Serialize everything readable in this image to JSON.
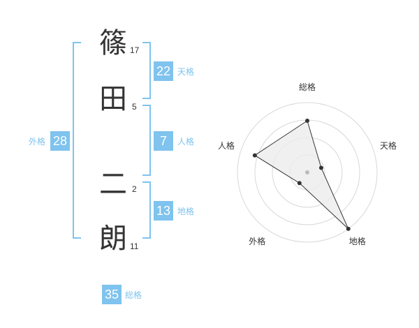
{
  "name": {
    "characters": [
      {
        "char": "篠",
        "strokes": "17"
      },
      {
        "char": "田",
        "strokes": "5"
      },
      {
        "char": "二",
        "strokes": "2"
      },
      {
        "char": "朗",
        "strokes": "11"
      }
    ]
  },
  "kaku": {
    "tenkaku": {
      "value": "22",
      "label": "天格"
    },
    "jinkaku": {
      "value": "7",
      "label": "人格"
    },
    "chikaku": {
      "value": "13",
      "label": "地格"
    },
    "gaikaku": {
      "value": "28",
      "label": "外格"
    },
    "soukaku": {
      "value": "35",
      "label": "総格"
    }
  },
  "chart_data": {
    "type": "radar",
    "axes": [
      "総格",
      "天格",
      "地格",
      "外格",
      "人格"
    ],
    "values": [
      0.74,
      0.21,
      1.0,
      0.19,
      0.79
    ],
    "rings": 4,
    "colors": {
      "grid": "#d8d8d8",
      "fill": "#ececec",
      "line": "#333333",
      "point": "#333333",
      "center": "#bbbbbb"
    }
  },
  "colors": {
    "accent": "#7fc3ee",
    "text": "#333333"
  }
}
